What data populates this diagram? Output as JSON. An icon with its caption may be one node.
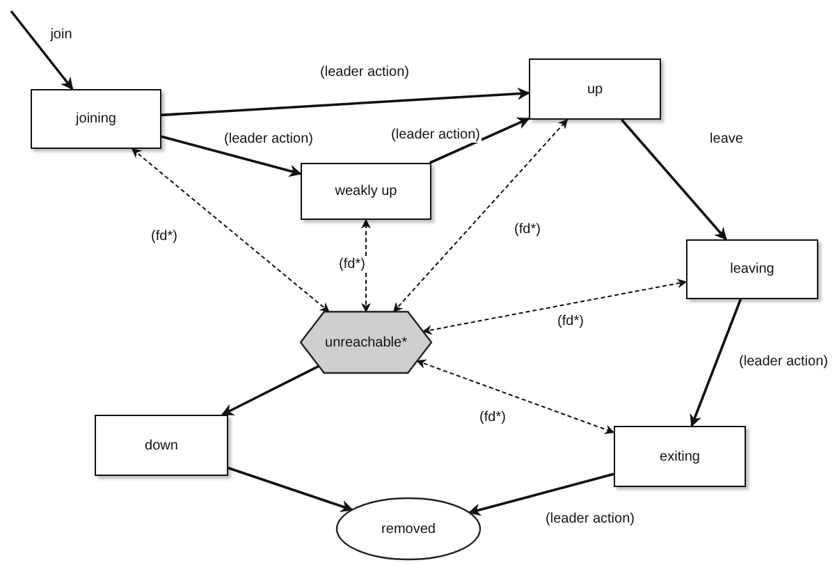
{
  "diagram": {
    "nodes": [
      {
        "text": [
          "joining"
        ]
      },
      {
        "text": [
          "weakly up"
        ]
      },
      {
        "text": [
          "up"
        ]
      },
      {
        "text": [
          "leaving"
        ]
      },
      {
        "text": [
          "unreachable*"
        ]
      },
      {
        "text": [
          "exiting"
        ]
      },
      {
        "text": [
          "down"
        ]
      },
      {
        "text": [
          "removed"
        ]
      }
    ],
    "edges": [
      {
        "from": null,
        "to": 0,
        "arrow": "to",
        "label": "join"
      },
      {
        "from": 0,
        "to": 2,
        "arrow": "to",
        "label": "(leader action)"
      },
      {
        "from": 0,
        "to": 1,
        "arrow": "to",
        "label": "(leader action)"
      },
      {
        "from": 1,
        "to": 2,
        "arrow": "to",
        "label": "(leader action)"
      },
      {
        "from": 2,
        "to": 3,
        "arrow": "to",
        "label": "leave"
      },
      {
        "from": 3,
        "to": 5,
        "arrow": "to",
        "label": "(leader action)"
      },
      {
        "from": 4,
        "to": 6,
        "arrow": "to"
      },
      {
        "from": 6,
        "to": 7,
        "arrow": "to"
      },
      {
        "from": 5,
        "to": 7,
        "arrow": "to",
        "label": "(leader action)"
      },
      {
        "from": 4,
        "to": 0,
        "arrow": "both",
        "label": "(fd*)",
        "style": "dashed"
      },
      {
        "from": 4,
        "to": 1,
        "arrow": "both",
        "label": "(fd*)",
        "style": "dashed"
      },
      {
        "from": 4,
        "to": 2,
        "arrow": "both",
        "label": "(fd*)",
        "style": "dashed"
      },
      {
        "from": 4,
        "to": 3,
        "arrow": "both",
        "label": "(fd*)",
        "style": "dashed"
      },
      {
        "from": 4,
        "to": 5,
        "arrow": "both",
        "label": "(fd*)",
        "style": "dashed"
      }
    ]
  }
}
